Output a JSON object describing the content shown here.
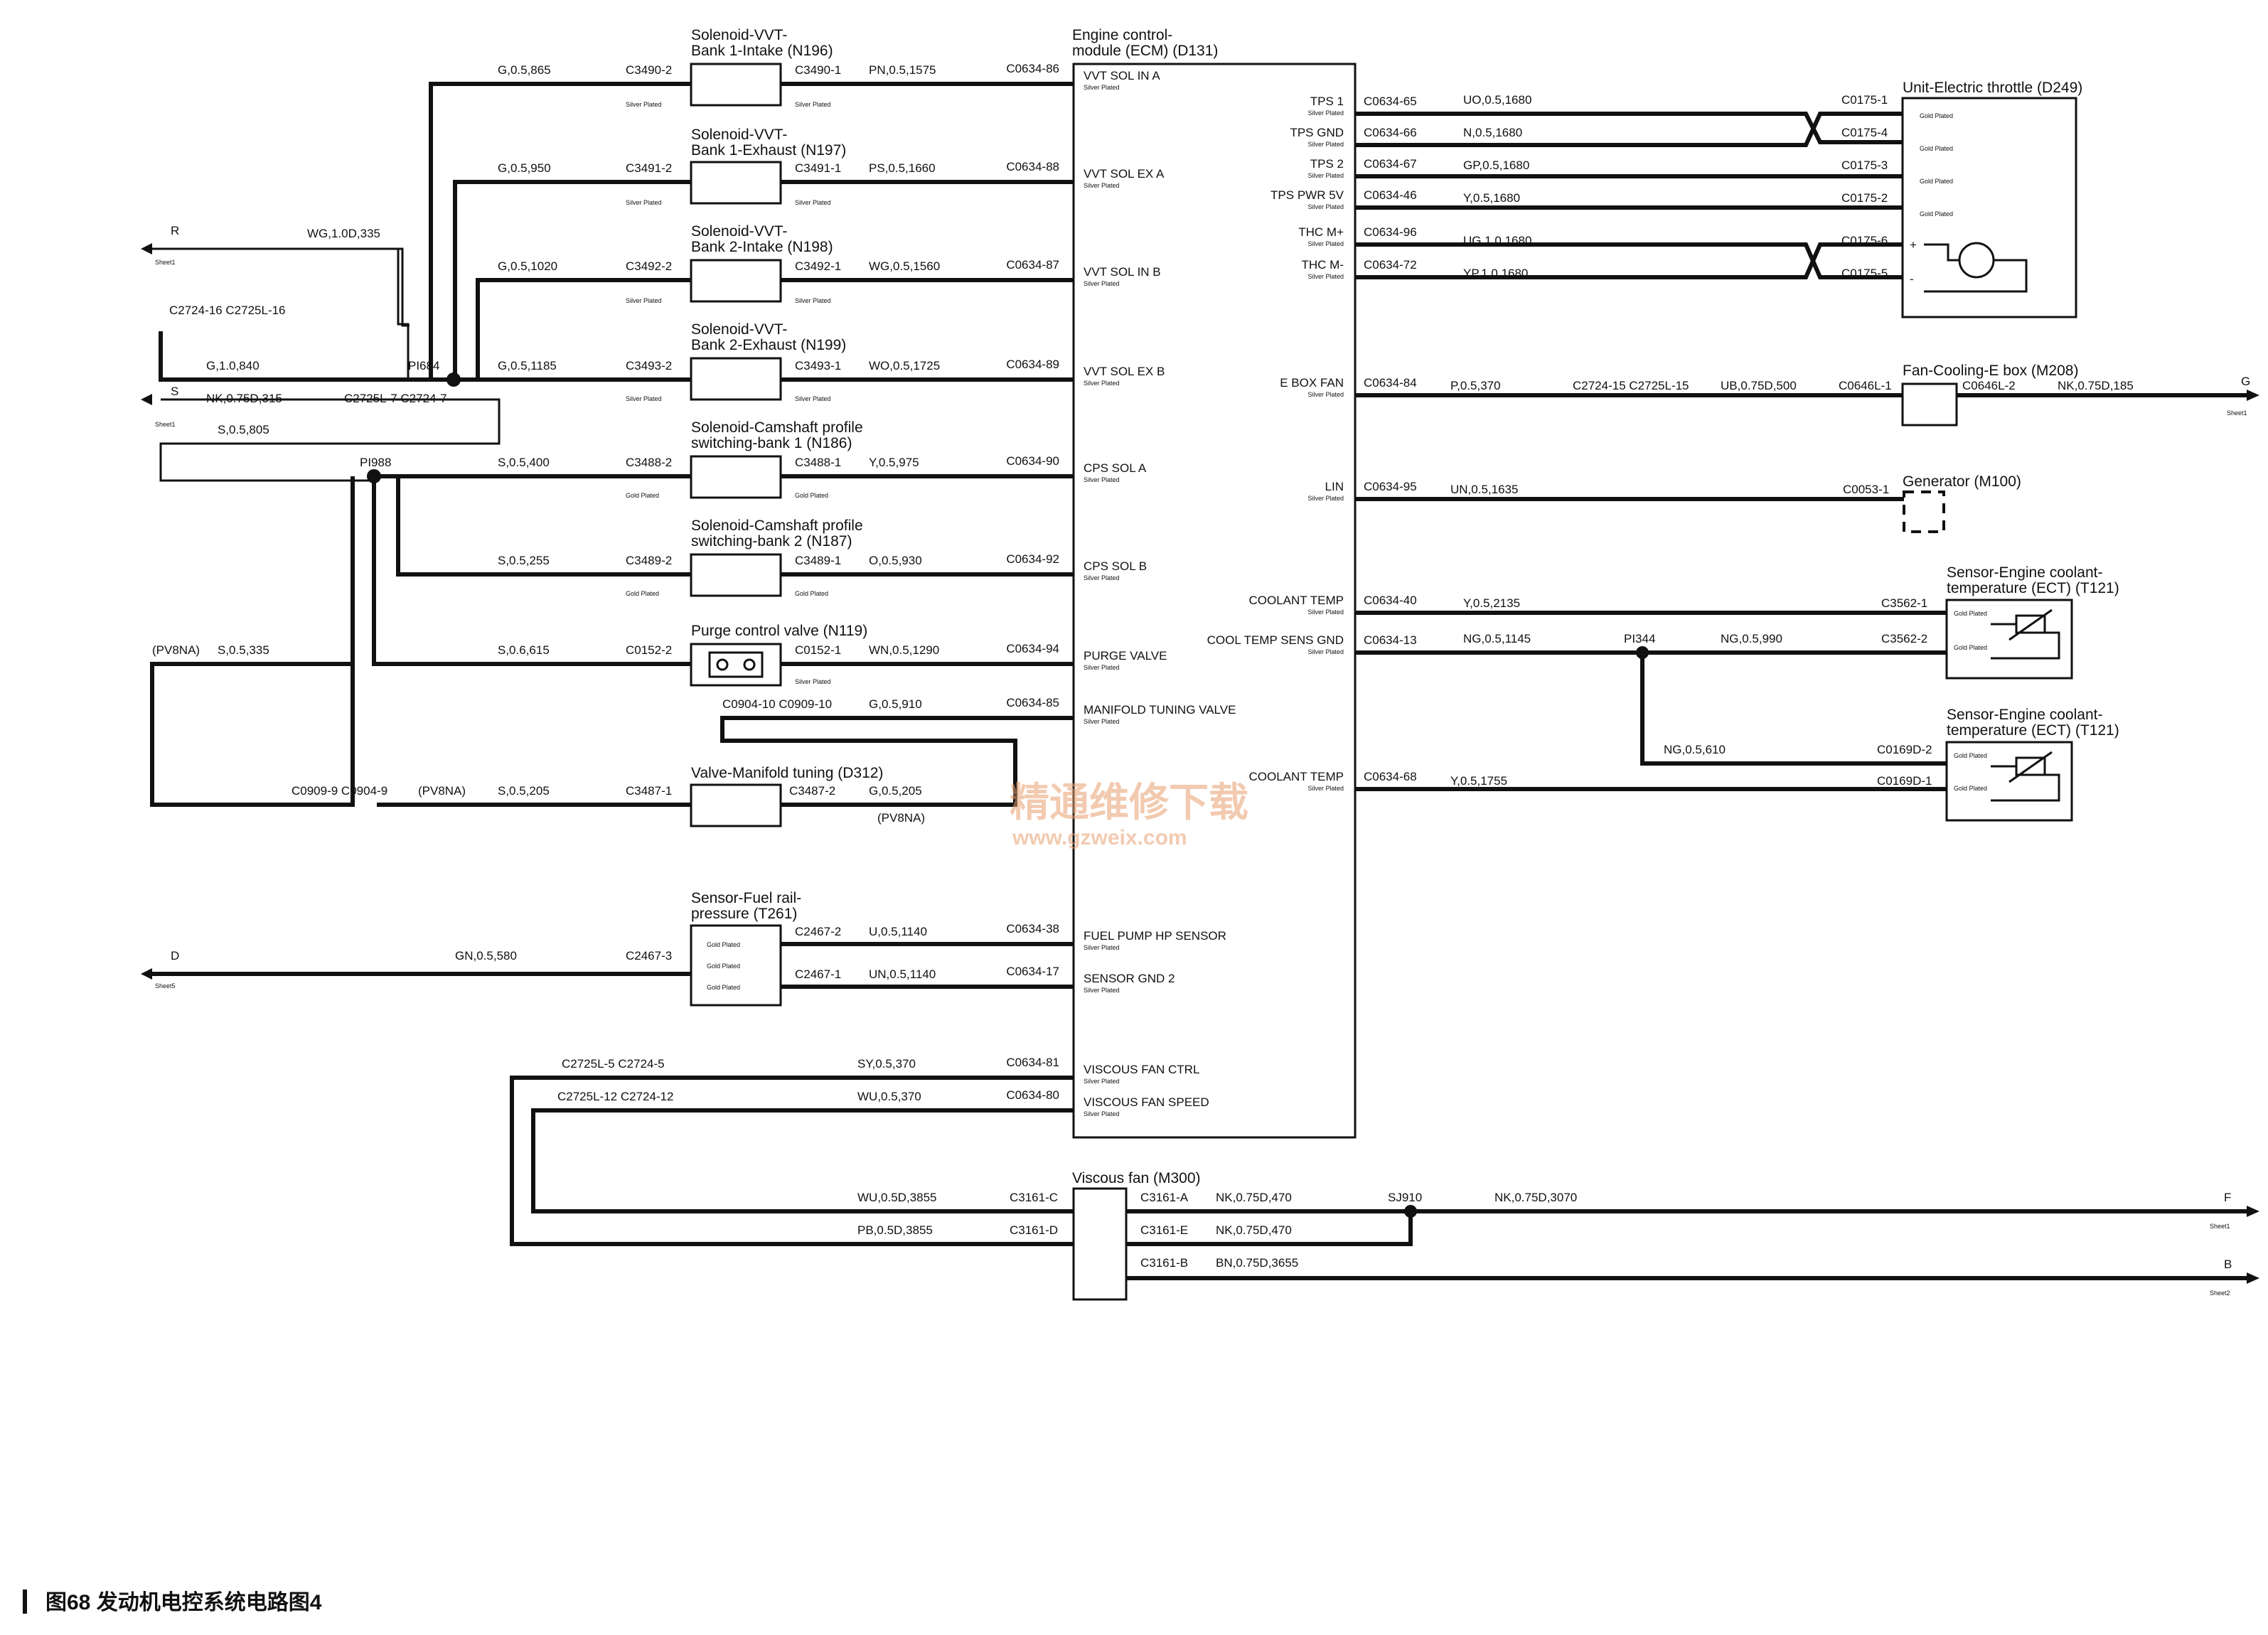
{
  "ecm": {
    "title_1": "Engine control-",
    "title_2": "module (ECM) (D131)",
    "left_pins": [
      {
        "name": "VVT SOL IN A",
        "conn": "C0634-86"
      },
      {
        "name": "VVT SOL EX A",
        "conn": "C0634-88"
      },
      {
        "name": "VVT SOL IN B",
        "conn": "C0634-87"
      },
      {
        "name": "VVT SOL EX B",
        "conn": "C0634-89"
      },
      {
        "name": "CPS SOL A",
        "conn": "C0634-90"
      },
      {
        "name": "CPS SOL B",
        "conn": "C0634-92"
      },
      {
        "name": "PURGE VALVE",
        "conn": "C0634-94"
      },
      {
        "name": "MANIFOLD TUNING VALVE",
        "conn": "C0634-85"
      },
      {
        "name": "FUEL PUMP HP SENSOR",
        "conn": "C0634-38"
      },
      {
        "name": "SENSOR GND 2",
        "conn": "C0634-17"
      },
      {
        "name": "VISCOUS FAN CTRL",
        "conn": "C0634-81"
      },
      {
        "name": "VISCOUS FAN SPEED",
        "conn": "C0634-80"
      }
    ],
    "right_pins": [
      {
        "name": "TPS 1",
        "conn": "C0634-65"
      },
      {
        "name": "TPS GND",
        "conn": "C0634-66"
      },
      {
        "name": "TPS 2",
        "conn": "C0634-67"
      },
      {
        "name": "TPS PWR 5V",
        "conn": "C0634-46"
      },
      {
        "name": "THC M+",
        "conn": "C0634-96"
      },
      {
        "name": "THC M-",
        "conn": "C0634-72"
      },
      {
        "name": "E BOX FAN",
        "conn": "C0634-84"
      },
      {
        "name": "LIN",
        "conn": "C0634-95"
      },
      {
        "name": "COOLANT TEMP",
        "conn": "C0634-40"
      },
      {
        "name": "COOL TEMP SENS GND",
        "conn": "C0634-13"
      },
      {
        "name": "COOLANT TEMP",
        "conn": "C0634-68"
      }
    ],
    "plating": "Silver Plated"
  },
  "components": {
    "n196": {
      "title_1": "Solenoid-VVT-",
      "title_2": "Bank 1-Intake (N196)",
      "in_conn": "C3490-2",
      "out_conn": "C3490-1",
      "in_wire": "G,0.5,865",
      "out_wire": "PN,0.5,1575"
    },
    "n197": {
      "title_1": "Solenoid-VVT-",
      "title_2": "Bank 1-Exhaust (N197)",
      "in_conn": "C3491-2",
      "out_conn": "C3491-1",
      "in_wire": "G,0.5,950",
      "out_wire": "PS,0.5,1660"
    },
    "n198": {
      "title_1": "Solenoid-VVT-",
      "title_2": "Bank 2-Intake (N198)",
      "in_conn": "C3492-2",
      "out_conn": "C3492-1",
      "in_wire": "G,0.5,1020",
      "out_wire": "WG,0.5,1560"
    },
    "n199": {
      "title_1": "Solenoid-VVT-",
      "title_2": "Bank 2-Exhaust (N199)",
      "in_conn": "C3493-2",
      "out_conn": "C3493-1",
      "in_wire": "G,0.5,1185",
      "out_wire": "WO,0.5,1725"
    },
    "n186": {
      "title_1": "Solenoid-Camshaft profile",
      "title_2": "switching-bank 1 (N186)",
      "in_conn": "C3488-2",
      "out_conn": "C3488-1",
      "in_wire": "S,0.5,400",
      "out_wire": "Y,0.5,975"
    },
    "n187": {
      "title_1": "Solenoid-Camshaft profile",
      "title_2": "switching-bank 2 (N187)",
      "in_conn": "C3489-2",
      "out_conn": "C3489-1",
      "in_wire": "S,0.5,255",
      "out_wire": "O,0.5,930"
    },
    "n119": {
      "title": "Purge control valve (N119)",
      "in_conn": "C0152-2",
      "out_conn": "C0152-1",
      "in_wire": "S,0.6,615",
      "out_wire": "WN,0.5,1290"
    },
    "d312": {
      "title": "Valve-Manifold tuning (D312)",
      "in_conn": "C3487-1",
      "out_conn": "C3487-2",
      "in_wire": "S,0.5,205",
      "out_wire": "G,0.5,205",
      "note": "(PV8NA)"
    },
    "t261": {
      "title_1": "Sensor-Fuel rail-",
      "title_2": "pressure (T261)",
      "conn_a": "C2467-2",
      "conn_b": "C2467-1",
      "conn_c": "C2467-3",
      "wire_a": "U,0.5,1140",
      "wire_b": "UN,0.5,1140",
      "wire_c": "GN,0.5,580"
    },
    "d249": {
      "title": "Unit-Electric throttle (D249)",
      "pins": [
        "C0175-1",
        "C0175-4",
        "C0175-3",
        "C0175-2",
        "C0175-6",
        "C0175-5"
      ],
      "wires": [
        "UO,0.5,1680",
        "N,0.5,1680",
        "GP,0.5,1680",
        "Y,0.5,1680",
        "UG,1.0,1680",
        "YP,1.0,1680"
      ]
    },
    "m208": {
      "title": "Fan-Cooling-E box (M208)",
      "conn_in": "C0646L-1",
      "conn_out": "C0646L-2",
      "wire_1": "P,0.5,370",
      "wire_2": "UB,0.75D,500",
      "wire_3": "NK,0.75D,185",
      "inline": "C2724-15 C2725L-15"
    },
    "m100": {
      "title": "Generator (M100)",
      "conn": "C0053-1",
      "wire": "UN,0.5,1635"
    },
    "t121a": {
      "title_1": "Sensor-Engine coolant-",
      "title_2": "temperature (ECT) (T121)",
      "conn_a": "C3562-1",
      "conn_b": "C3562-2",
      "wire_a": "Y,0.5,2135",
      "wire_b": "NG,0.5,1145",
      "wire_c": "NG,0.5,990",
      "splice": "PI344"
    },
    "t121b": {
      "title_1": "Sensor-Engine coolant-",
      "title_2": "temperature (ECT) (T121)",
      "conn_a": "C0169D-2",
      "conn_b": "C0169D-1",
      "wire_a": "NG,0.5,610",
      "wire_b": "Y,0.5,1755"
    },
    "m300": {
      "title": "Viscous fan (M300)",
      "conn_c": "C3161-C",
      "conn_d": "C3161-D",
      "conn_a": "C3161-A",
      "conn_e": "C3161-E",
      "conn_b": "C3161-B",
      "wire_c": "WU,0.5D,3855",
      "wire_d": "PB,0.5D,3855",
      "wire_a": "NK,0.75D,470",
      "wire_e": "NK,0.75D,470",
      "wire_b": "BN,0.75D,3655",
      "wire_f": "NK,0.75D,3070",
      "splice": "SJ910"
    }
  },
  "wiring": {
    "pi684": "PI684",
    "pi988": "PI988",
    "g_1_840": "G,1.0,840",
    "wg_1_335": "WG,1.0D,335",
    "c2724_16": "C2724-16 C2725L-16",
    "nk_315": "NK,0.75D,315",
    "c2725_7": "C2725L-7 C2724-7",
    "s_805": "S,0.5,805",
    "pv8na": "(PV8NA)",
    "s_335": "S,0.5,335",
    "c0904_10": "C0904-10 C0909-10",
    "g_910": "G,0.5,910",
    "c0909_9": "C0909-9 C0904-9",
    "sy_370": "SY,0.5,370",
    "wu_370": "WU,0.5,370",
    "c2725_5": "C2725L-5 C2724-5",
    "c2725_12": "C2725L-12 C2724-12"
  },
  "offsheet": [
    {
      "letter": "R",
      "sheet": "Sheet1"
    },
    {
      "letter": "S",
      "sheet": "Sheet1"
    },
    {
      "letter": "D",
      "sheet": "Sheet5"
    },
    {
      "letter": "G",
      "sheet": "Sheet1"
    },
    {
      "letter": "F",
      "sheet": "Sheet1"
    },
    {
      "letter": "B",
      "sheet": "Sheet2"
    }
  ],
  "plating": {
    "silver": "Silver Plated",
    "gold": "Gold Plated"
  },
  "watermark": {
    "line1": "精通维修下载",
    "line2": "www.gzweix.com"
  },
  "caption": "图68   发动机电控系统电路图4"
}
